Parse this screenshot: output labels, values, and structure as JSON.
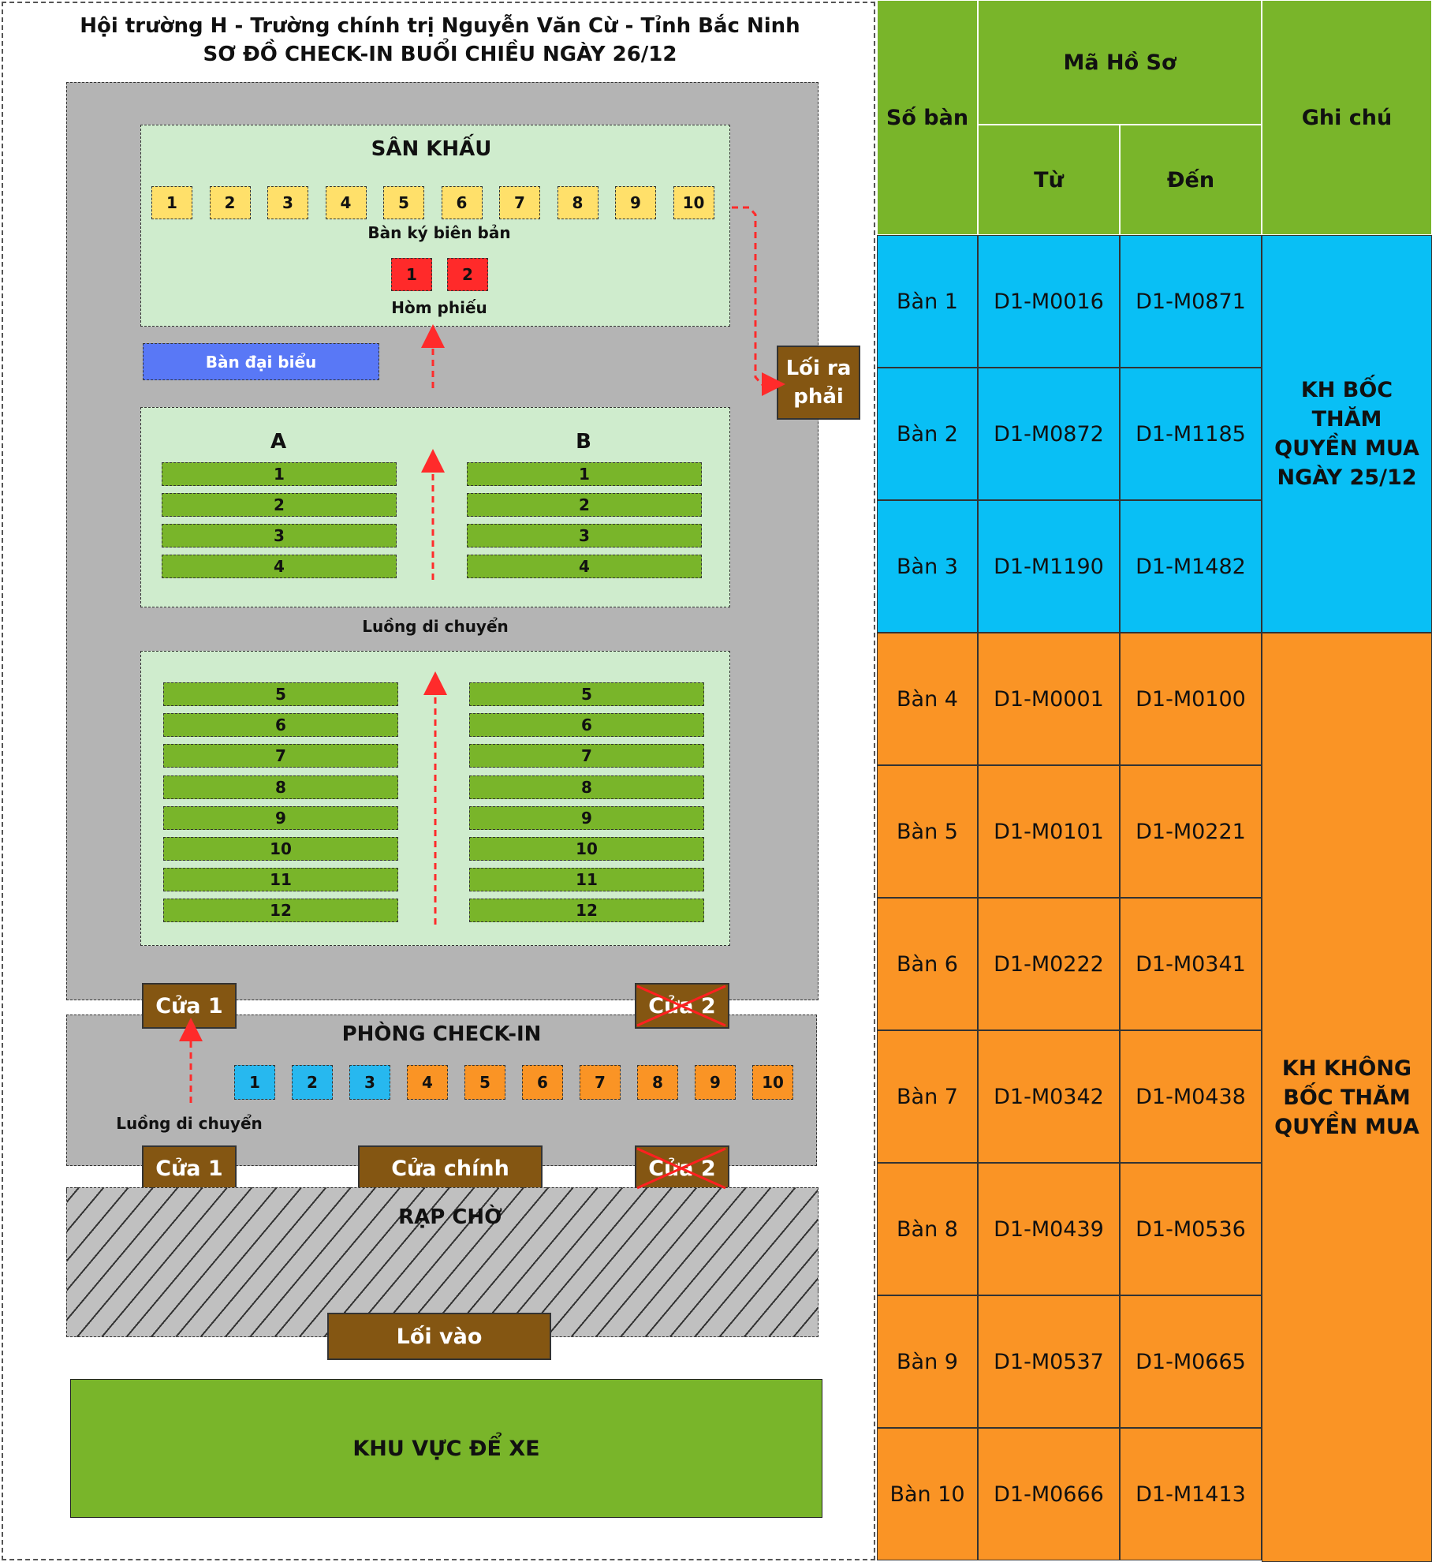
{
  "header": {
    "line1": "Hội trường H - Trường chính trị Nguyễn Văn Cừ - Tỉnh Bắc Ninh",
    "line2": "SƠ ĐỒ CHECK-IN BUỔI CHIỀU NGÀY 26/12"
  },
  "stage": {
    "title": "SÂN KHẤU",
    "signing_tables": [
      "1",
      "2",
      "3",
      "4",
      "5",
      "6",
      "7",
      "8",
      "9",
      "10"
    ],
    "signing_label": "Bàn ký biên bản",
    "ballot_boxes": [
      "1",
      "2"
    ],
    "ballot_label": "Hòm phiếu"
  },
  "delegate_table": "Bàn đại biểu",
  "right_exit": "Lối ra phải",
  "seating": {
    "col_a": "A",
    "col_b": "B",
    "front_rows": [
      "1",
      "2",
      "3",
      "4"
    ],
    "back_rows": [
      "5",
      "6",
      "7",
      "8",
      "9",
      "10",
      "11",
      "12"
    ],
    "aisle_label": "Luồng di chuyển"
  },
  "doors": {
    "door1": "Cửa 1",
    "door2": "Cửa 2",
    "main_door": "Cửa chính",
    "entrance": "Lối vào"
  },
  "checkin_room": {
    "title": "PHÒNG CHECK-IN",
    "desks": [
      "1",
      "2",
      "3",
      "4",
      "5",
      "6",
      "7",
      "8",
      "9",
      "10"
    ],
    "flow_label": "Luồng di chuyển"
  },
  "waiting_tent": "RẠP CHỜ",
  "parking": "KHU VỰC ĐỂ XE",
  "table": {
    "col_table": "Số bàn",
    "col_code": "Mã Hồ Sơ",
    "col_from": "Từ",
    "col_to": "Đến",
    "col_note": "Ghi chú",
    "rows": [
      {
        "table": "Bàn 1",
        "from": "D1-M0016",
        "to": "D1-M0871"
      },
      {
        "table": "Bàn 2",
        "from": "D1-M0872",
        "to": "D1-M1185"
      },
      {
        "table": "Bàn 3",
        "from": "D1-M1190",
        "to": "D1-M1482"
      },
      {
        "table": "Bàn 4",
        "from": "D1-M0001",
        "to": "D1-M0100"
      },
      {
        "table": "Bàn 5",
        "from": "D1-M0101",
        "to": "D1-M0221"
      },
      {
        "table": "Bàn 6",
        "from": "D1-M0222",
        "to": "D1-M0341"
      },
      {
        "table": "Bàn 7",
        "from": "D1-M0342",
        "to": "D1-M0438"
      },
      {
        "table": "Bàn 8",
        "from": "D1-M0439",
        "to": "D1-M0536"
      },
      {
        "table": "Bàn 9",
        "from": "D1-M0537",
        "to": "D1-M0665"
      },
      {
        "table": "Bàn 10",
        "from": "D1-M0666",
        "to": "D1-M1413"
      }
    ],
    "note_blue": "KH BỐC THĂM QUYỀN MUA NGÀY 25/12",
    "note_orange": "KH KHÔNG BỐC THĂM QUYỀN MUA"
  },
  "colors": {
    "green": "#79b52a",
    "blue": "#09bff5",
    "orange": "#fa9425",
    "door_brown": "#845612",
    "stage_green": "#cfeccd",
    "hall_gray": "#b4b4b4"
  }
}
